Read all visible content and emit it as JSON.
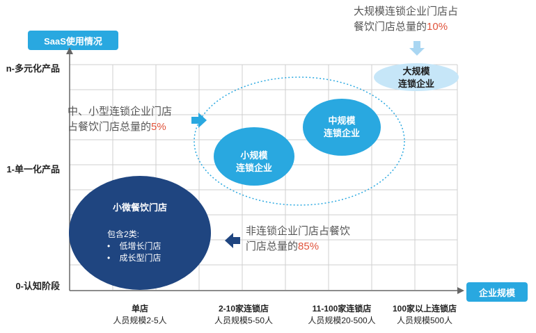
{
  "y_axis_badge": "SaaS使用情况",
  "x_axis_badge": "企业规模",
  "y_levels": [
    "n-多元化产品",
    "1-单一化产品",
    "0-认知阶段"
  ],
  "x_categories": [
    {
      "title": "单店",
      "sub": "人员规模2-5人"
    },
    {
      "title": "2-10家连锁店",
      "sub": "人员规模5-50人"
    },
    {
      "title": "11-100家连锁店",
      "sub": "人员规模20-500人"
    },
    {
      "title": "100家以上连锁店",
      "sub": "人员规模500人"
    }
  ],
  "bubbles": {
    "large": {
      "line1": "大规模",
      "line2": "连锁企业"
    },
    "mid": {
      "line1": "中规模",
      "line2": "连锁企业"
    },
    "small": {
      "line1": "小规模",
      "line2": "连锁企业"
    },
    "micro": {
      "title": "小微餐饮门店",
      "desc": "包含2类:",
      "items": [
        "低增长门店",
        "成长型门店"
      ]
    }
  },
  "callouts": {
    "large": {
      "line1": "大规模连锁企业门店占",
      "line2_prefix": "餐饮门店总量的",
      "value": "10%"
    },
    "small_mid": {
      "line1": "中、小型连锁企业门店",
      "line2_prefix": "占餐饮门店总量的",
      "value": "5%"
    },
    "non_chain": {
      "line1": "非连锁企业门店占餐饮",
      "line2_prefix": "门店总量的",
      "value": "85%"
    }
  },
  "colors": {
    "badge": "#29a8e0",
    "bubble_blue": "#29a8e0",
    "bubble_light": "#c6e6f8",
    "bubble_navy": "#1f4580",
    "highlight": "#e0533b",
    "grid": "#cfcfcf"
  }
}
